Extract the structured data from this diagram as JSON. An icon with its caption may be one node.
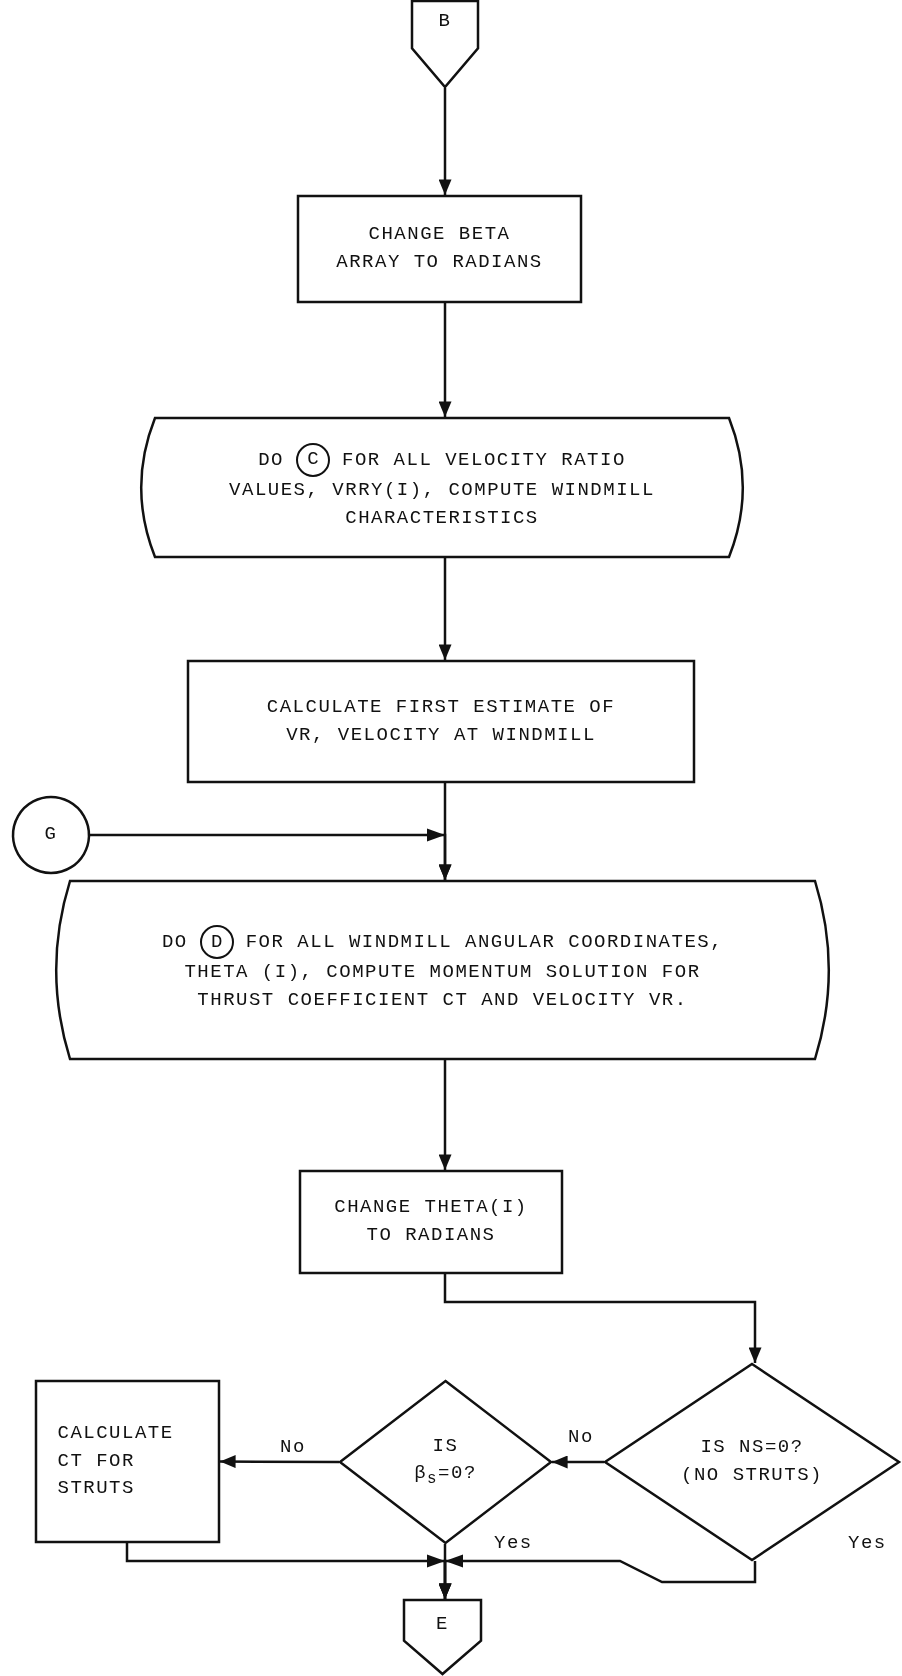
{
  "diagram": {
    "nodes": [
      {
        "text": [
          "B"
        ]
      },
      {
        "text": [
          "CHANGE BETA ARRAY TO RADIANS"
        ]
      },
      {
        "text": [
          "DO",
          "FOR ALL VELOCITY RATIO VALUES, VRRY(I), COMPUTE WINDMILL CHARACTERISTICS"
        ]
      },
      {
        "text": [
          "C"
        ],
        "in": 2
      },
      {
        "text": [
          "CALCULATE FIRST ESTIMATE OF VR, VELOCITY AT WINDMILL"
        ]
      },
      {
        "text": [
          "G"
        ]
      },
      {
        "text": [
          "DO",
          "FOR ALL WINDMILL ANGULAR COORDINATES, THETA (I), COMPUTE MOMENTUM SOLUTION FOR THRUST COEFFICIENT CT AND VELOCITY VR."
        ]
      },
      {
        "text": [
          "D"
        ],
        "in": 6
      },
      {
        "text": [
          "CHANGE THETA(I) TO RADIANS"
        ]
      },
      {
        "text": [
          "CALCULATE CT FOR STRUTS"
        ]
      },
      {
        "text": [
          "IS β$_{s}$=0?"
        ]
      },
      {
        "text": [
          "IS NS=0? (NO STRUTS)"
        ]
      },
      {
        "text": [
          "E"
        ]
      }
    ],
    "edges": [
      {
        "from": 0,
        "to": 1,
        "arrow": "to"
      },
      {
        "from": 1,
        "to": 2,
        "arrow": "to"
      },
      {
        "from": 2,
        "to": 4,
        "arrow": "to"
      },
      {
        "from": 4,
        "to": 6,
        "arrow": "to"
      },
      {
        "from": 5,
        "to": 6,
        "arrow": "to"
      },
      {
        "from": 6,
        "to": 8,
        "arrow": "to"
      },
      {
        "from": 8,
        "to": 11,
        "arrow": "to"
      },
      {
        "from": 11,
        "to": 10,
        "arrow": "to",
        "label": "No"
      },
      {
        "from": 10,
        "to": 9,
        "arrow": "to",
        "label": "No"
      },
      {
        "from": 9,
        "to": 12,
        "arrow": "to"
      },
      {
        "from": 10,
        "to": 12,
        "arrow": "to"
      },
      {
        "from": 11,
        "to": 12,
        "arrow": "to",
        "label": "Yes"
      }
    ],
    "labels": [
      "Yes"
    ]
  }
}
